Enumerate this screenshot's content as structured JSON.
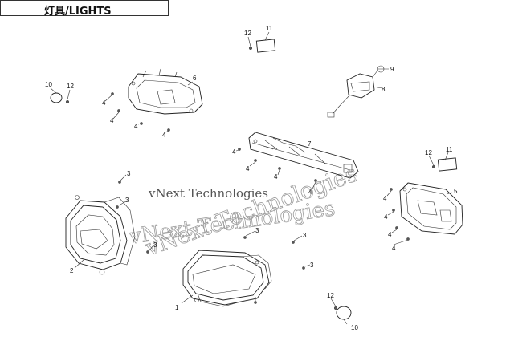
{
  "header": {
    "title": "灯具/LIGHTS"
  },
  "watermark": {
    "line1": "vNext Technologies",
    "line2": "vNext Technologies",
    "overlay": "vNext Technologies"
  },
  "callouts": {
    "c1": "1",
    "c2": "2",
    "c3a": "3",
    "c3b": "3",
    "c3c": "3",
    "c3d": "3",
    "c3e": "3",
    "c3f": "3",
    "c4a": "4",
    "c4b": "4",
    "c4c": "4",
    "c4d": "4",
    "c4e": "4",
    "c4f": "4",
    "c4g": "4",
    "c4h": "4",
    "c4i": "4",
    "c4j": "4",
    "c4k": "4",
    "c4l": "4",
    "c5": "5",
    "c6": "6",
    "c7": "7",
    "c8": "8",
    "c9": "9",
    "c10a": "10",
    "c10b": "10",
    "c11a": "11",
    "c11b": "11",
    "c12a": "12",
    "c12b": "12",
    "c12c": "12",
    "c12d": "12"
  }
}
